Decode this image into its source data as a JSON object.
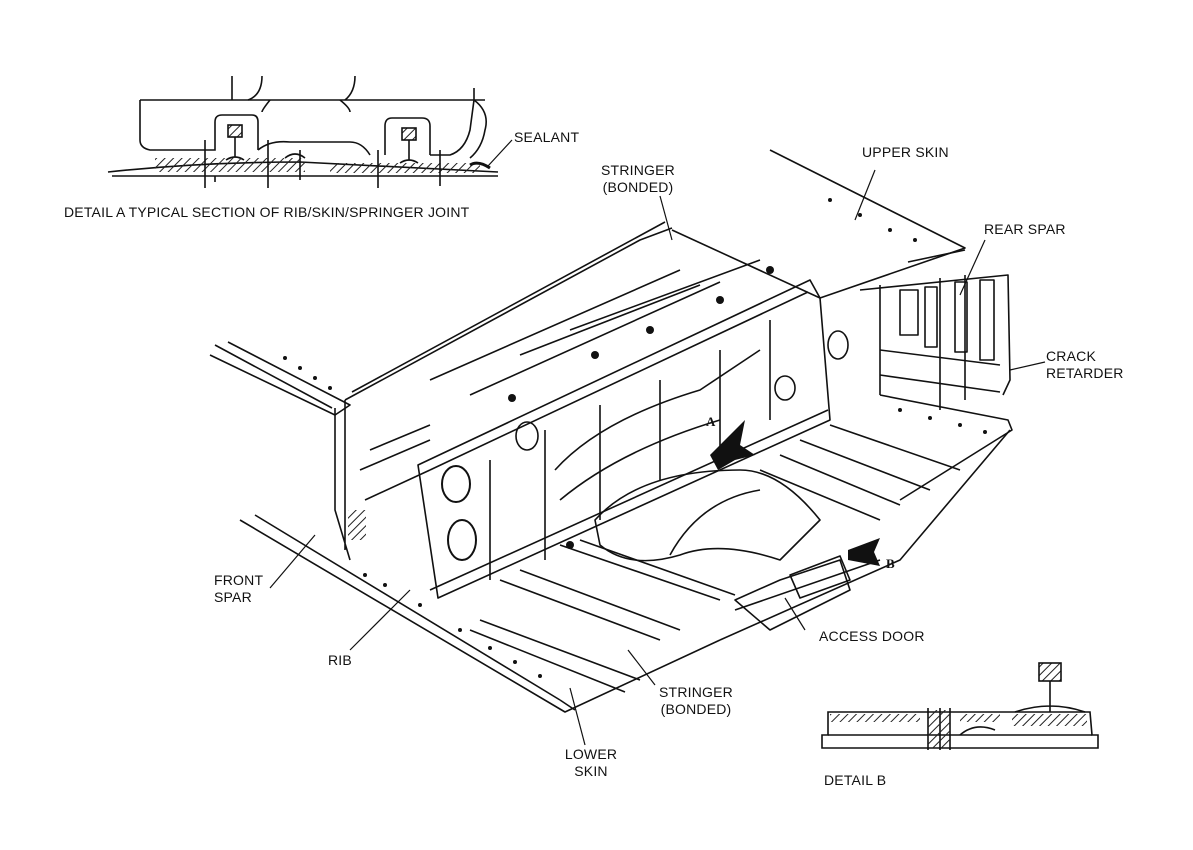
{
  "labels": {
    "detail_a_caption": "DETAIL A   TYPICAL SECTION OF RIB/SKIN/SPRINGER JOINT",
    "sealant": "SEALANT",
    "stringer_top": [
      "STRINGER",
      "(BONDED)"
    ],
    "upper_skin": "UPPER SKIN",
    "rear_spar": "REAR SPAR",
    "crack_retarder": [
      "CRACK",
      "RETARDER"
    ],
    "front_spar": [
      "FRONT",
      "SPAR"
    ],
    "rib": "RIB",
    "access_door": "ACCESS DOOR",
    "stringer_bottom": [
      "STRINGER",
      "(BONDED)"
    ],
    "lower_skin": [
      "LOWER",
      "SKIN"
    ],
    "detail_b_caption": "DETAIL B",
    "marker_a": "A",
    "marker_b": "B"
  }
}
